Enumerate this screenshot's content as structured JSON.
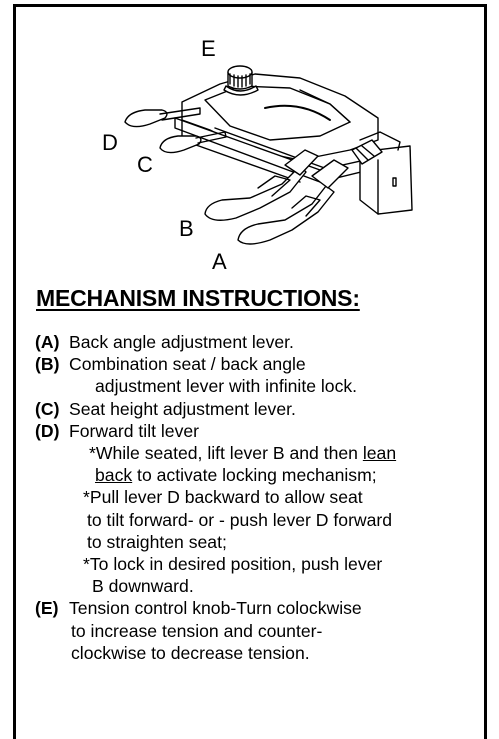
{
  "callouts": {
    "a": "A",
    "b": "B",
    "c": "C",
    "d": "D",
    "e": "E"
  },
  "heading": "MECHANISM INSTRUCTIONS:",
  "items": {
    "a": {
      "tag": "(A)",
      "text": "Back angle adjustment lever."
    },
    "b": {
      "tag": "(B)",
      "line1": "Combination seat / back angle",
      "line2": "adjustment lever with infinite lock."
    },
    "c": {
      "tag": "(C)",
      "text": "Seat height adjustment lever."
    },
    "d": {
      "tag": "(D)",
      "text": "Forward tilt lever",
      "note1_pre": "*While seated, lift lever B  and then ",
      "note1_u1": "lean",
      "note1_u2": "back",
      "note1_post": " to activate locking mechanism;",
      "note2_l1": "*Pull lever D backward to allow seat",
      "note2_l2": "to tilt forward- or - push lever D forward",
      "note2_l3": "to straighten seat;",
      "note3_l1": "*To lock in desired position, push lever",
      "note3_l2": "B downward."
    },
    "e": {
      "tag": "(E)",
      "line1": "Tension control knob-Turn colockwise",
      "line2": "to increase tension and counter-",
      "line3": "clockwise to decrease tension."
    }
  }
}
